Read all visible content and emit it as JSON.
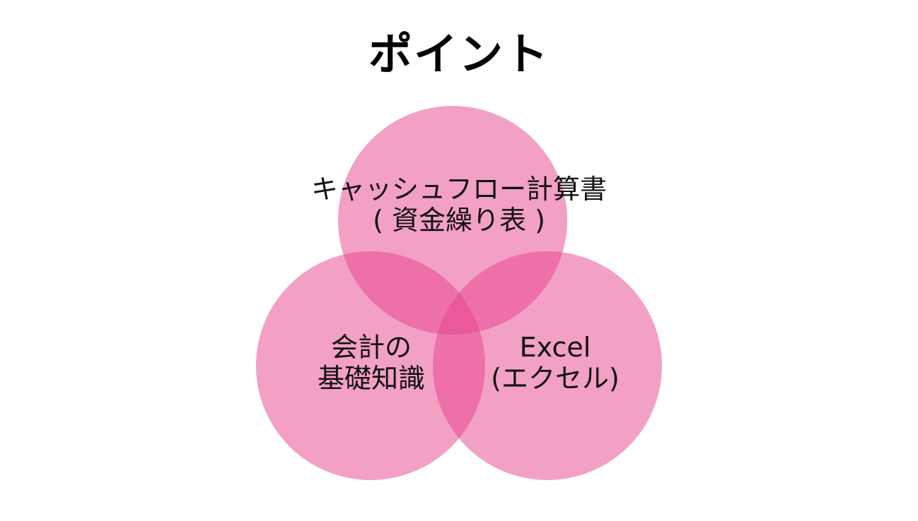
{
  "title": "ポイント",
  "colors": {
    "circle_fill": "#e8418b",
    "circle_opacity": 0.5
  },
  "circles": {
    "top": {
      "line1": "キャッシュフロー計算書",
      "line2": "( 資金繰り表 )"
    },
    "left": {
      "line1": "会計の",
      "line2": "基礎知識"
    },
    "right": {
      "line1": "Excel",
      "line2": "(エクセル)"
    }
  }
}
